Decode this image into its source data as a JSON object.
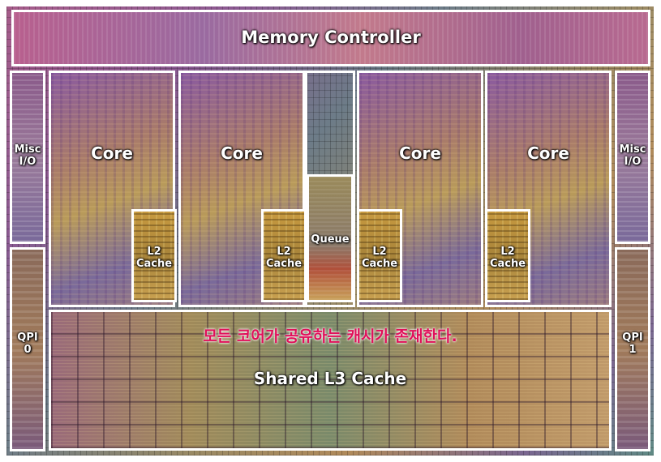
{
  "labels": {
    "memory_controller": "Memory Controller",
    "core_1": "Core",
    "core_2": "Core",
    "core_3": "Core",
    "core_4": "Core",
    "l2_1": "L2\nCache",
    "l2_2": "L2\nCache",
    "l2_3": "L2\nCache",
    "l2_4": "L2\nCache",
    "queue": "Queue",
    "misc_left": "Misc\nI/O",
    "misc_right": "Misc\nI/O",
    "qpi_0": "QPI\n0",
    "qpi_1": "QPI\n1",
    "l3": "Shared L3 Cache",
    "annotation": "모든 코어가 공유하는 캐시가 존재한다."
  },
  "colors": {
    "annotation_text": "#e0105a",
    "outline": "#ffffff",
    "label_text": "#ffffff"
  }
}
